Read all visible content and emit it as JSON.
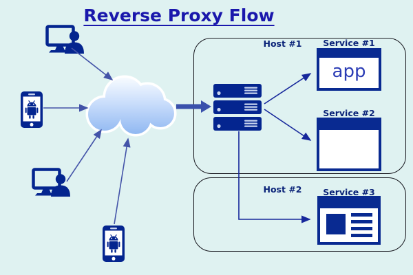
{
  "title": "Reverse Proxy Flow",
  "diagram": {
    "clients": [
      {
        "icon": "desktop-user-icon"
      },
      {
        "icon": "smartphone-android-icon"
      },
      {
        "icon": "desktop-user-icon"
      },
      {
        "icon": "smartphone-android-icon"
      }
    ],
    "cloud": {
      "icon": "cloud-icon"
    },
    "proxy": {
      "icon": "server-stack-icon",
      "units": 3
    },
    "hosts": [
      {
        "label": "Host #1",
        "services": [
          {
            "label": "Service #1",
            "content": "app",
            "icon": "app-window-icon"
          },
          {
            "label": "Service #2",
            "content": "",
            "icon": "blank-window-icon"
          }
        ]
      },
      {
        "label": "Host #2",
        "services": [
          {
            "label": "Service #3",
            "content": "",
            "icon": "article-window-icon"
          }
        ]
      }
    ]
  },
  "colors": {
    "background": "#dff2f1",
    "title": "#1a18ac",
    "navy": "#04258f",
    "label": "#0a2378",
    "client_arrow": "#4353a8",
    "proxy_arrow": "#3a51ac",
    "service_arrow": "#16279b",
    "cloud_gradient_top": "#f7fbff",
    "cloud_gradient_bottom": "#8fb7f1",
    "host_border": "#15151c",
    "window_content": "#ffffff"
  }
}
